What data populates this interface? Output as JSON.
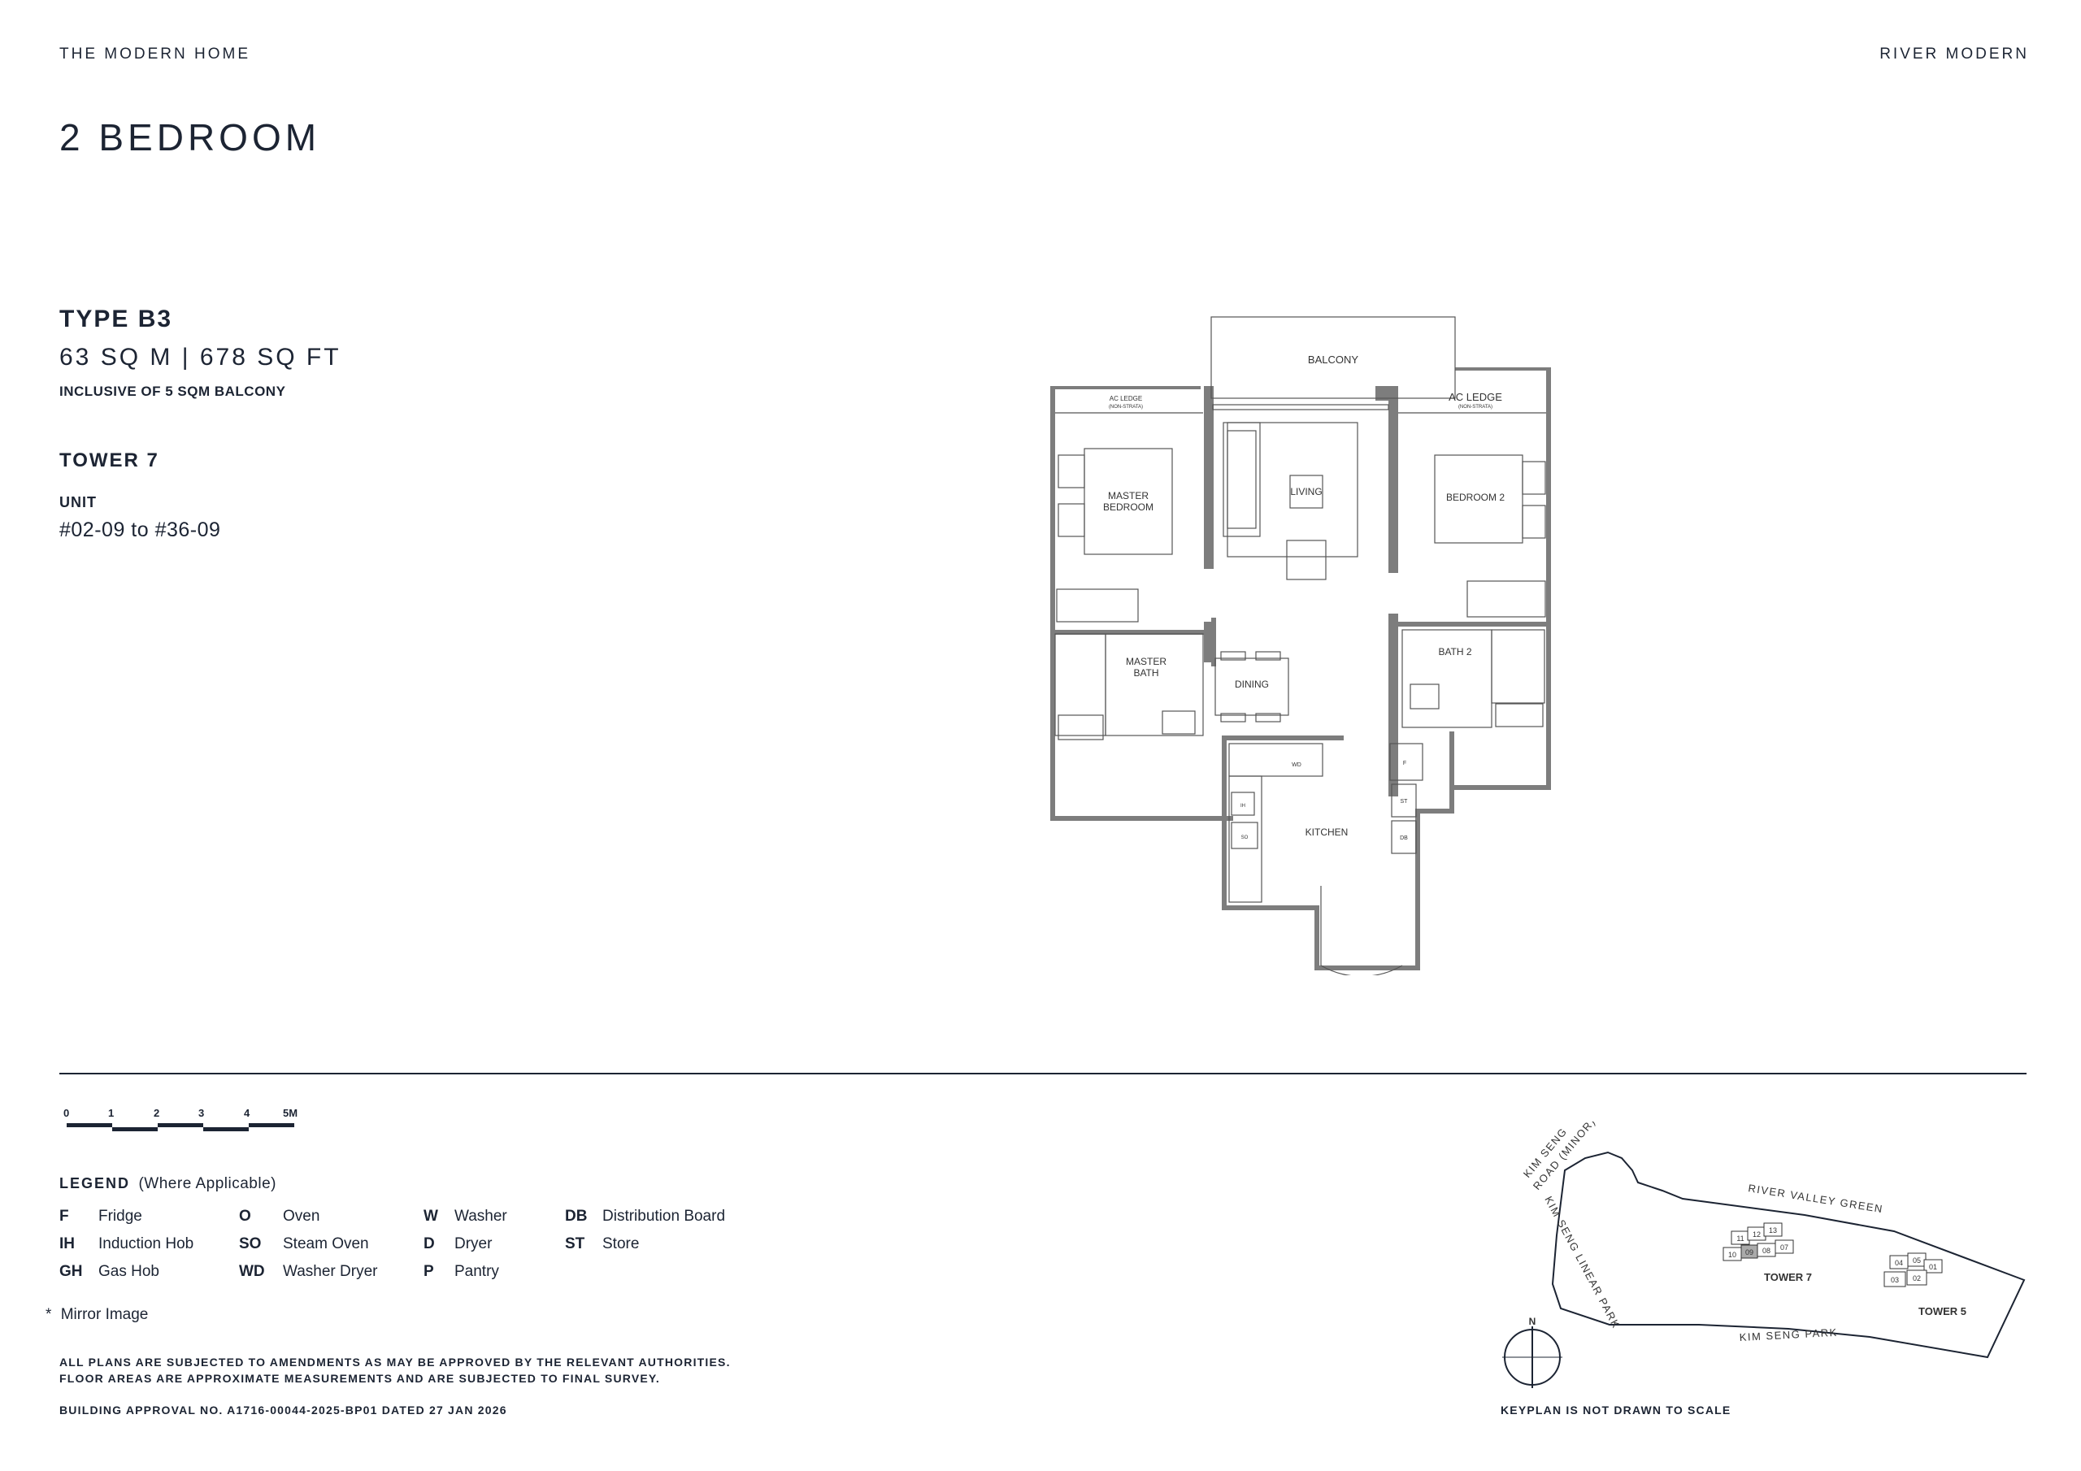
{
  "header": {
    "brand_left": "THE MODERN HOME",
    "brand_right": "RIVER MODERN",
    "page_title": "2 BEDROOM"
  },
  "unit_info": {
    "type": "TYPE B3",
    "area": "63 SQ M | 678 SQ FT",
    "inclusive": "INCLUSIVE OF 5 SQM BALCONY",
    "tower": "TOWER 7",
    "unit_label": "UNIT",
    "unit_range": "#02-09 to #36-09"
  },
  "floorplan": {
    "rooms": {
      "balcony": "BALCONY",
      "ac_ledge_left": "AC LEDGE",
      "ac_ledge_left_sub": "(NON-STRATA)",
      "ac_ledge_right": "AC LEDGE",
      "ac_ledge_right_sub": "(NON-STRATA)",
      "master_bedroom_1": "MASTER",
      "master_bedroom_2": "BEDROOM",
      "living": "LIVING",
      "bedroom2": "BEDROOM 2",
      "master_bath_1": "MASTER",
      "master_bath_2": "BATH",
      "dining": "DINING",
      "bath2": "BATH 2",
      "kitchen": "KITCHEN",
      "wd": "WD",
      "f": "F",
      "st": "ST",
      "db": "DB",
      "ih": "IH",
      "so": "SO"
    }
  },
  "scale": {
    "ticks": [
      "0",
      "1",
      "2",
      "3",
      "4",
      "5M"
    ]
  },
  "legend": {
    "title": "LEGEND",
    "subtitle": "(Where Applicable)",
    "items": [
      {
        "code": "F",
        "label": "Fridge"
      },
      {
        "code": "IH",
        "label": "Induction Hob"
      },
      {
        "code": "GH",
        "label": "Gas Hob"
      },
      {
        "code": "O",
        "label": "Oven"
      },
      {
        "code": "SO",
        "label": "Steam Oven"
      },
      {
        "code": "WD",
        "label": "Washer Dryer"
      },
      {
        "code": "W",
        "label": "Washer"
      },
      {
        "code": "D",
        "label": "Dryer"
      },
      {
        "code": "P",
        "label": "Pantry"
      },
      {
        "code": "DB",
        "label": "Distribution Board"
      },
      {
        "code": "ST",
        "label": "Store"
      }
    ],
    "mirror_star": "*",
    "mirror_label": "Mirror Image"
  },
  "notes": {
    "line1": "ALL PLANS ARE SUBJECTED TO AMENDMENTS AS MAY BE APPROVED BY THE RELEVANT AUTHORITIES.",
    "line2": "FLOOR AREAS ARE APPROXIMATE MEASUREMENTS AND ARE SUBJECTED TO FINAL SURVEY.",
    "approval": "BUILDING APPROVAL NO. A1716-00044-2025-BP01 DATED 27 JAN 2026"
  },
  "keyplan": {
    "road_minor_1": "KIM SENG",
    "road_minor_2": "ROAD (MINOR)",
    "linear_park": "KIM SENG LINEAR PARK",
    "river_valley": "RIVER VALLEY GREEN",
    "kim_seng_park": "KIM SENG PARK",
    "tower7": "TOWER 7",
    "tower5": "TOWER 5",
    "north": "N",
    "note": "KEYPLAN IS NOT DRAWN TO SCALE",
    "t7_units": [
      "11",
      "12",
      "13",
      "10",
      "09",
      "08",
      "07"
    ],
    "t5_units": [
      "04",
      "05",
      "01",
      "03",
      "02"
    ]
  }
}
